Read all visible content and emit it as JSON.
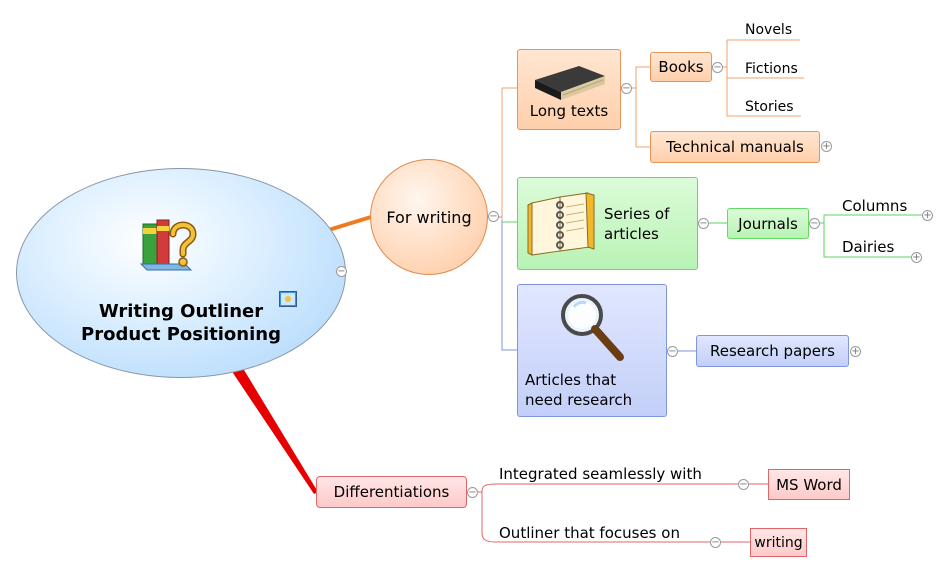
{
  "central": {
    "title_line1": "Writing Outliner",
    "title_line2": "Product Positioning",
    "icon": "books-question-icon",
    "note_icon": "picture-note-icon"
  },
  "for_writing": {
    "label": "For writing"
  },
  "long_texts": {
    "label": "Long texts",
    "icon": "book-icon"
  },
  "books": {
    "label": "Books",
    "children": [
      "Novels",
      "Fictions",
      "Stories"
    ]
  },
  "technical_manuals": {
    "label": "Technical manuals"
  },
  "series_of_articles": {
    "line1": "Series of",
    "line2": "articles",
    "icon": "notebook-icon"
  },
  "journals": {
    "label": "Journals",
    "children": [
      "Columns",
      "Dairies"
    ]
  },
  "articles_research": {
    "line1": "Articles that",
    "line2": "need research",
    "icon": "magnifier-icon"
  },
  "research_papers": {
    "label": "Research papers"
  },
  "differentiations": {
    "label": "Differentiations",
    "branches": [
      {
        "text": "Integrated seamlessly with",
        "target": "MS Word"
      },
      {
        "text": "Outliner that focuses on",
        "target": "writing"
      }
    ]
  },
  "colors": {
    "orange": "#f07a1e",
    "green": "#5fd35c",
    "blue": "#6d8ae0",
    "red": "#e01010"
  }
}
